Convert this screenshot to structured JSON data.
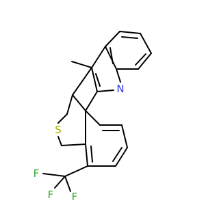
{
  "colors": {
    "bond": "#000000",
    "nitrogen": "#3333ee",
    "sulfur": "#aaaa00",
    "fluorine": "#33aa33",
    "background": "#ffffff"
  },
  "atoms": {
    "nitrogen": "N",
    "sulfur": "S",
    "fluorine_1": "F",
    "fluorine_2": "F",
    "fluorine_3": "F"
  }
}
